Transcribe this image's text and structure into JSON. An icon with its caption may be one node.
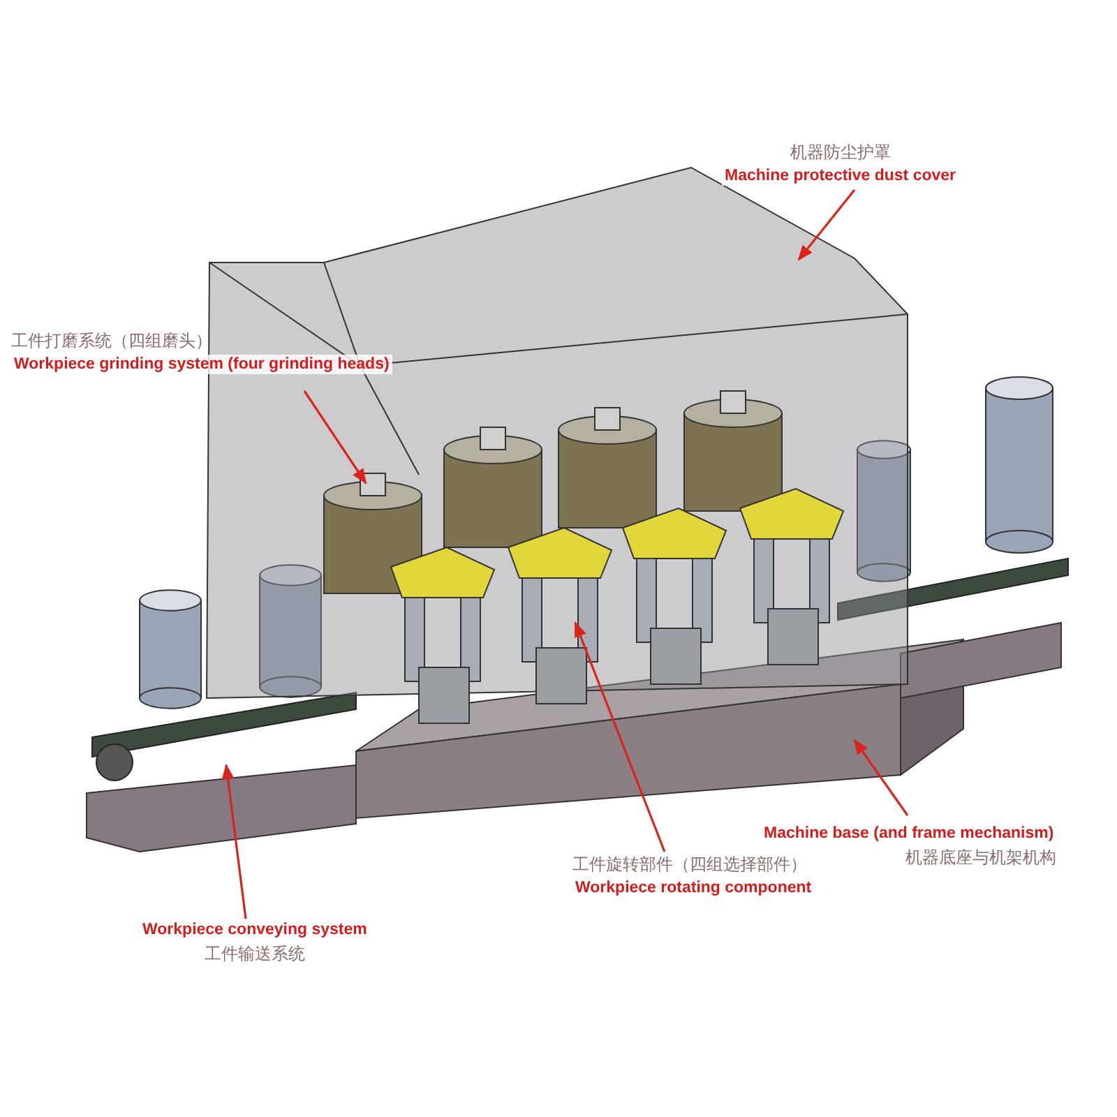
{
  "diagram": {
    "nodes": [
      {
        "text": [
          "机器防尘护罩",
          "Machine protective dust cover"
        ]
      },
      {
        "text": [],
        "shape": "picture"
      },
      {
        "text": [
          "工件打磨系统（四组磨头）",
          "Workpiece grinding system (four grinding heads)"
        ]
      },
      {
        "text": [],
        "shape": "picture",
        "in": 1
      },
      {
        "text": [
          "工件旋转部件（四组选择部件）",
          "Workpiece rotating component"
        ]
      },
      {
        "text": [],
        "shape": "picture"
      },
      {
        "text": [
          "Machine base (and frame mechanism)",
          "机器底座与机架机构"
        ]
      },
      {
        "text": [],
        "shape": "picture"
      },
      {
        "text": [
          "Workpiece conveying system",
          "工件输送系统"
        ]
      },
      {
        "text": [],
        "shape": "picture"
      }
    ],
    "edges": [
      {
        "from": 0,
        "to": 1,
        "arrow": "to"
      },
      {
        "from": 2,
        "to": 3,
        "arrow": "to"
      },
      {
        "from": 4,
        "to": 5,
        "arrow": "to"
      },
      {
        "from": 6,
        "to": 7,
        "arrow": "to"
      },
      {
        "from": 8,
        "to": 9,
        "arrow": "to"
      }
    ]
  }
}
